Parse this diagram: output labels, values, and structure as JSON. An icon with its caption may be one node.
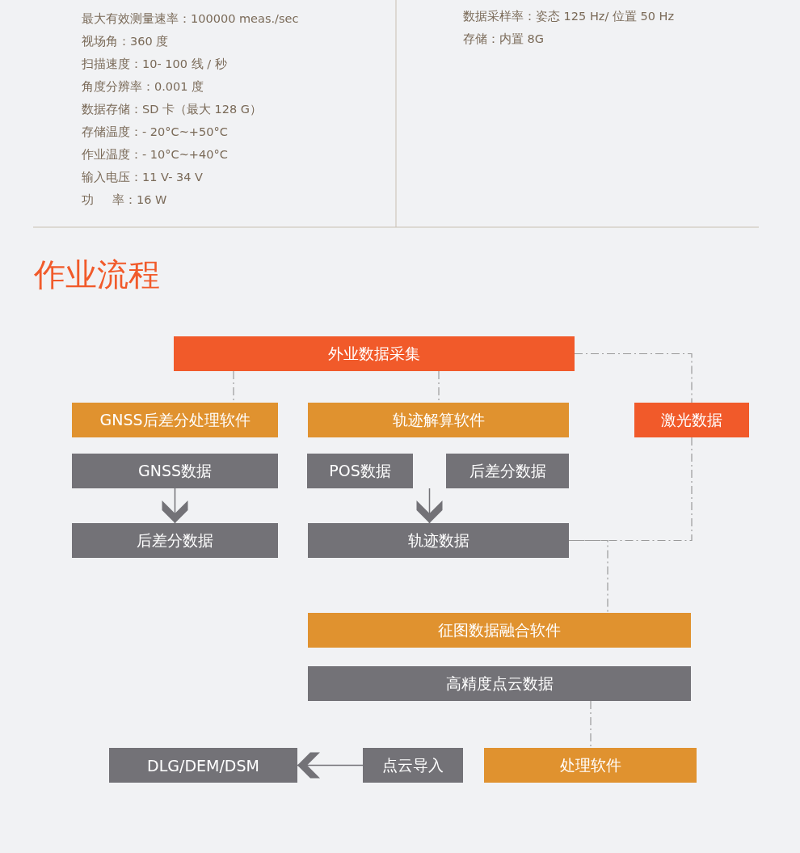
{
  "diagram": {
    "title": "作业流程",
    "nodes": [
      {
        "text": [
          "外业数据采集"
        ]
      },
      {
        "text": [
          "GNSS后差分处理软件"
        ]
      },
      {
        "text": [
          "轨迹解算软件"
        ]
      },
      {
        "text": [
          "激光数据"
        ]
      },
      {
        "text": [
          "GNSS数据"
        ]
      },
      {
        "text": [
          "POS数据"
        ]
      },
      {
        "text": [
          "后差分数据"
        ]
      },
      {
        "text": [
          "后差分数据"
        ]
      },
      {
        "text": [
          "轨迹数据"
        ]
      },
      {
        "text": [
          "征图数据融合软件"
        ]
      },
      {
        "text": [
          "高精度点云数据"
        ]
      },
      {
        "text": [
          "DLG/DEM/DSM"
        ]
      },
      {
        "text": [
          "点云导入"
        ]
      },
      {
        "text": [
          "处理软件"
        ]
      }
    ],
    "edges": [
      {
        "from": 0,
        "to": 1,
        "arrow": "none",
        "style": "dashed"
      },
      {
        "from": 0,
        "to": 2,
        "arrow": "none",
        "style": "dashed"
      },
      {
        "from": 0,
        "to": 3,
        "arrow": "none",
        "style": "dashed"
      },
      {
        "from": 4,
        "to": 7,
        "arrow": "to"
      },
      {
        "from": 5,
        "to": 8,
        "arrow": "to"
      },
      {
        "from": 6,
        "to": 8,
        "arrow": "to"
      },
      {
        "from": 3,
        "to": 8,
        "arrow": "none",
        "style": "dashed"
      },
      {
        "from": 8,
        "to": 9,
        "arrow": "none",
        "style": "dashed"
      },
      {
        "from": 10,
        "to": 13,
        "arrow": "none",
        "style": "dashed"
      },
      {
        "from": 12,
        "to": 11,
        "arrow": "to"
      }
    ],
    "labels": [
      "最大有效测量速率：100000 meas./sec",
      "视场角：360 度",
      "扫描速度：10- 100 线 / 秒",
      "角度分辨率：0.001 度",
      "数据存储：SD 卡（最大 128 G）",
      "存储温度：- 20°C~+50°C",
      "作业温度：- 10°C~+40°C",
      "输入电压：11 V- 34 V",
      "功     率：16 W",
      "数据采样率：姿态 125 Hz/ 位置 50 Hz",
      "存储：内置 8G"
    ]
  }
}
